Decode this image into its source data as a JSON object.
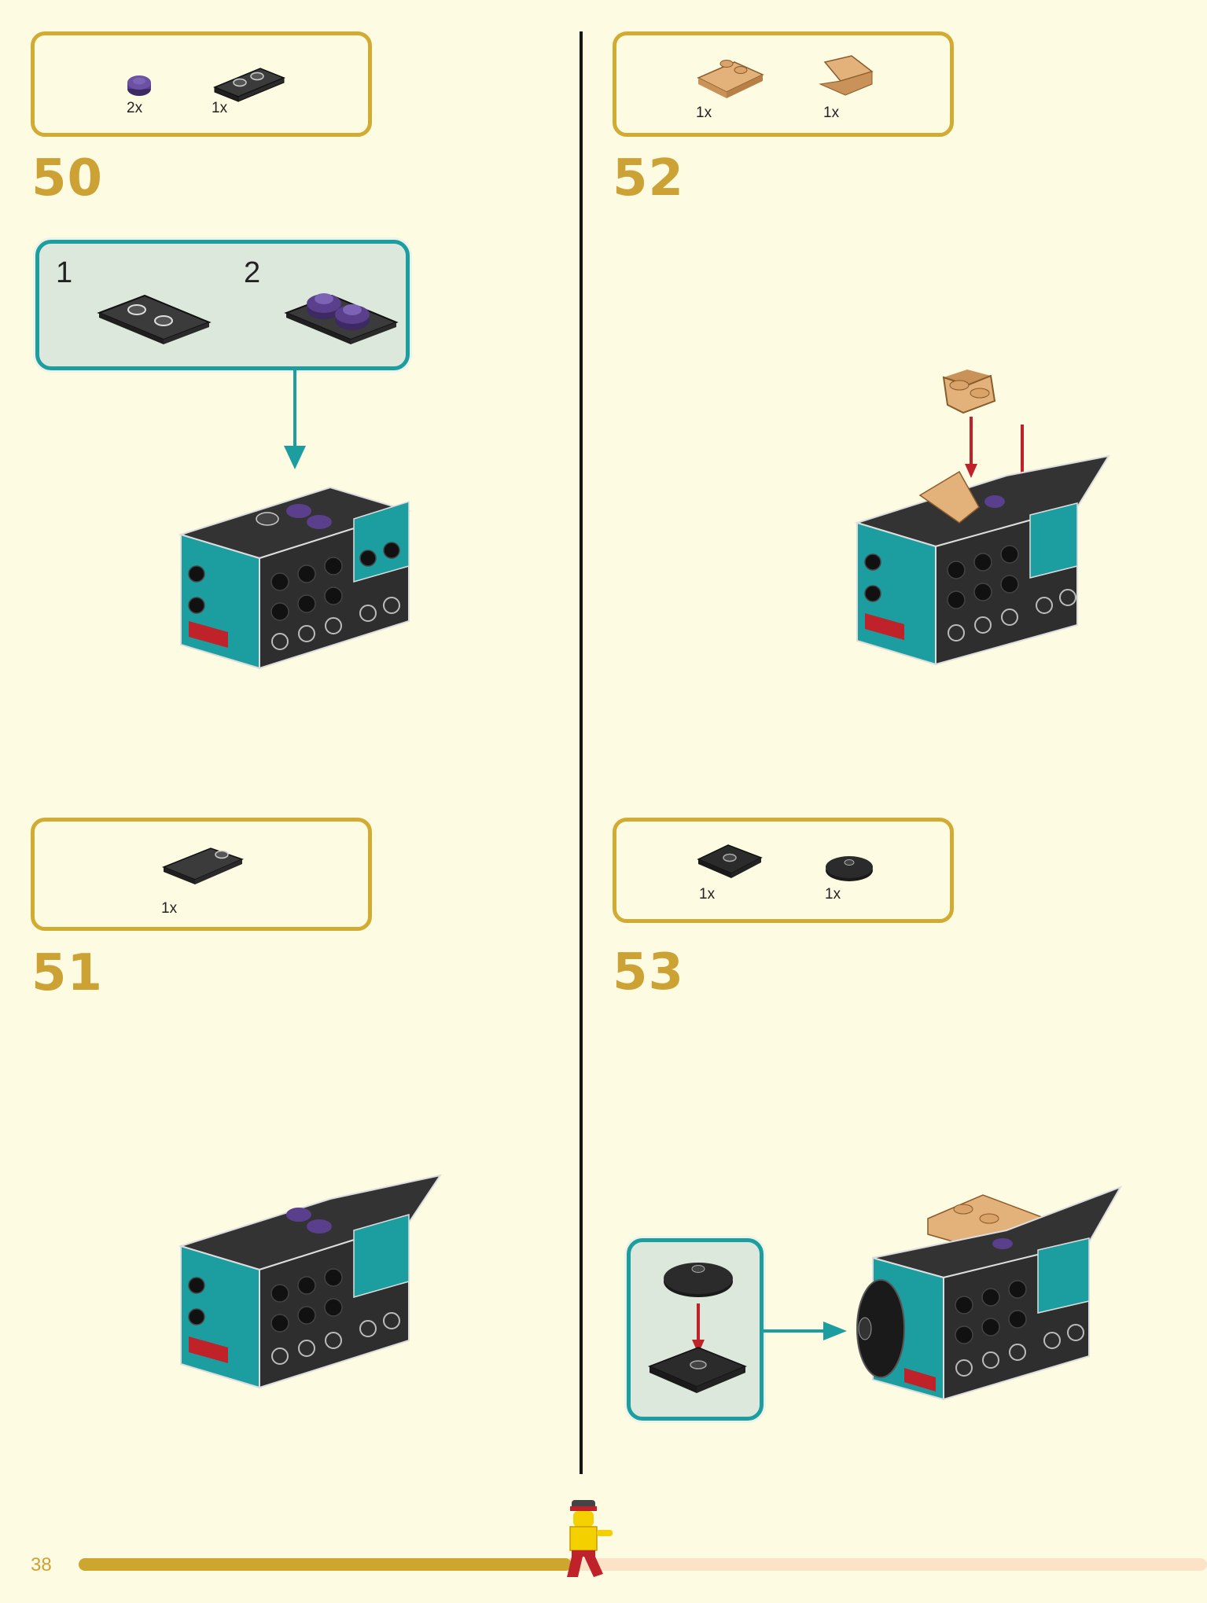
{
  "page_number": "38",
  "progress_fraction": 0.437,
  "colors": {
    "gold": "#cda235",
    "teal": "#1c9ea0",
    "dark": "#2b2b2b",
    "purple": "#5a3f8c",
    "tan": "#e3b27a",
    "red": "#c0222a"
  },
  "steps": [
    {
      "number": "50",
      "parts": [
        {
          "qty": "2x",
          "icon": "purple-round-plate-icon"
        },
        {
          "qty": "1x",
          "icon": "black-plate-1x2-icon"
        }
      ],
      "sub_steps": [
        {
          "label": "1"
        },
        {
          "label": "2"
        }
      ]
    },
    {
      "number": "51",
      "parts": [
        {
          "qty": "1x",
          "icon": "black-wedge-plate-icon"
        }
      ]
    },
    {
      "number": "52",
      "parts": [
        {
          "qty": "1x",
          "icon": "tan-curved-slope-icon"
        },
        {
          "qty": "1x",
          "icon": "tan-slope-icon"
        }
      ]
    },
    {
      "number": "53",
      "parts": [
        {
          "qty": "1x",
          "icon": "black-tile-2x2-icon"
        },
        {
          "qty": "1x",
          "icon": "black-round-dish-icon"
        }
      ]
    }
  ]
}
